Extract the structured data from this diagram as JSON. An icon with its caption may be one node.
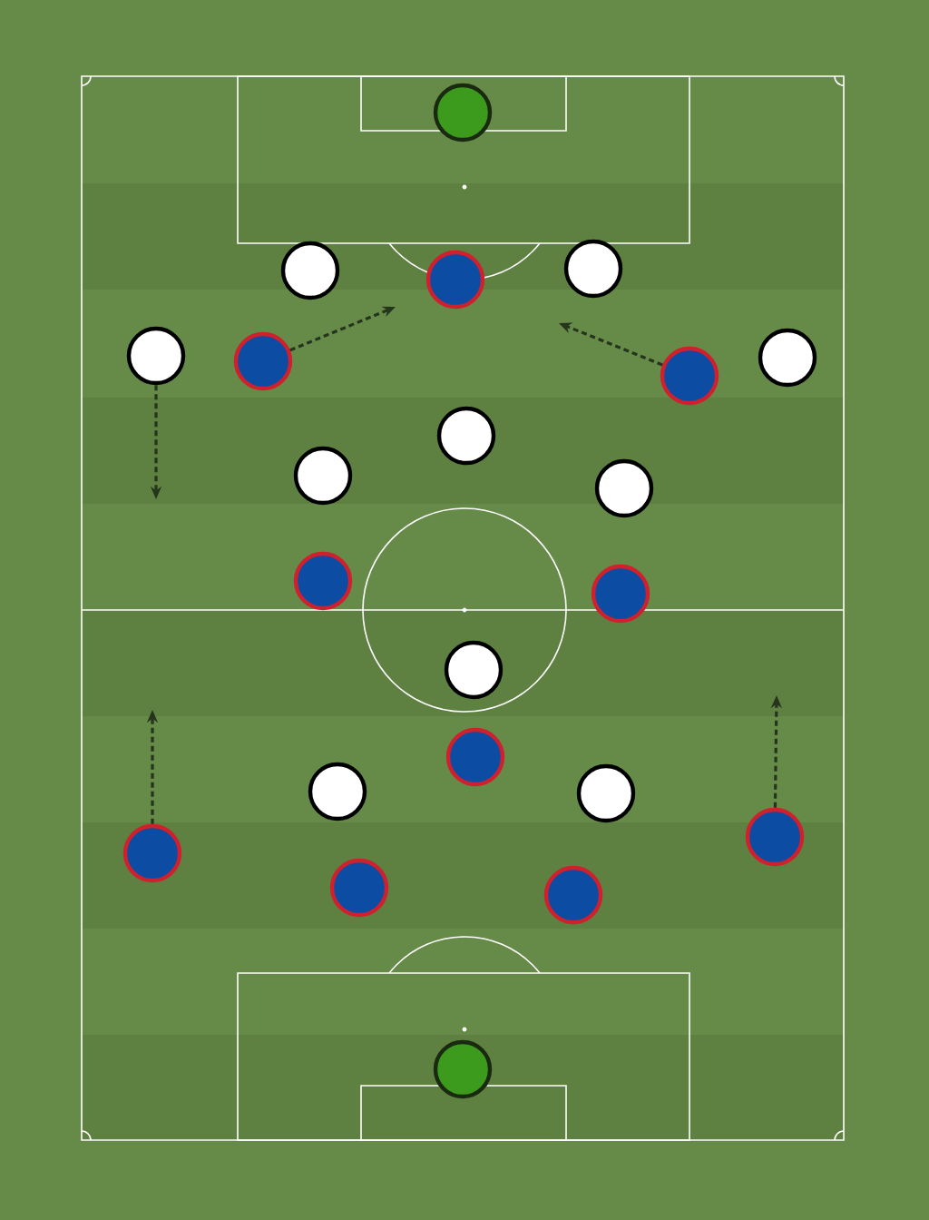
{
  "diagram": {
    "nodes": [
      {
        "text": [],
        "shape": "circle"
      },
      {
        "text": [],
        "shape": "circle"
      },
      {
        "text": [],
        "shape": "circle"
      },
      {
        "text": [],
        "shape": "circle"
      },
      {
        "text": [],
        "shape": "circle"
      },
      {
        "text": [],
        "shape": "circle"
      },
      {
        "text": [],
        "shape": "circle"
      },
      {
        "text": [],
        "shape": "circle"
      },
      {
        "text": [],
        "shape": "circle"
      },
      {
        "text": [],
        "shape": "circle"
      },
      {
        "text": [],
        "shape": "circle"
      },
      {
        "text": [],
        "shape": "circle"
      },
      {
        "text": [],
        "shape": "circle"
      },
      {
        "text": [],
        "shape": "circle"
      },
      {
        "text": [],
        "shape": "circle"
      },
      {
        "text": [],
        "shape": "circle"
      },
      {
        "text": [],
        "shape": "circle"
      },
      {
        "text": [],
        "shape": "circle"
      },
      {
        "text": [],
        "shape": "circle"
      },
      {
        "text": [],
        "shape": "circle"
      },
      {
        "text": [],
        "shape": "circle"
      },
      {
        "text": [],
        "shape": "circle"
      }
    ],
    "edges": [
      {
        "from": 5,
        "to": null,
        "arrow": "to",
        "style": "dashed"
      },
      {
        "from": 6,
        "to": null,
        "arrow": "to",
        "style": "dashed"
      },
      {
        "from": 4,
        "to": null,
        "arrow": "to",
        "style": "dashed"
      },
      {
        "from": 18,
        "to": null,
        "arrow": "to",
        "style": "dashed"
      },
      {
        "from": 17,
        "to": null,
        "arrow": "to",
        "style": "dashed"
      }
    ]
  }
}
